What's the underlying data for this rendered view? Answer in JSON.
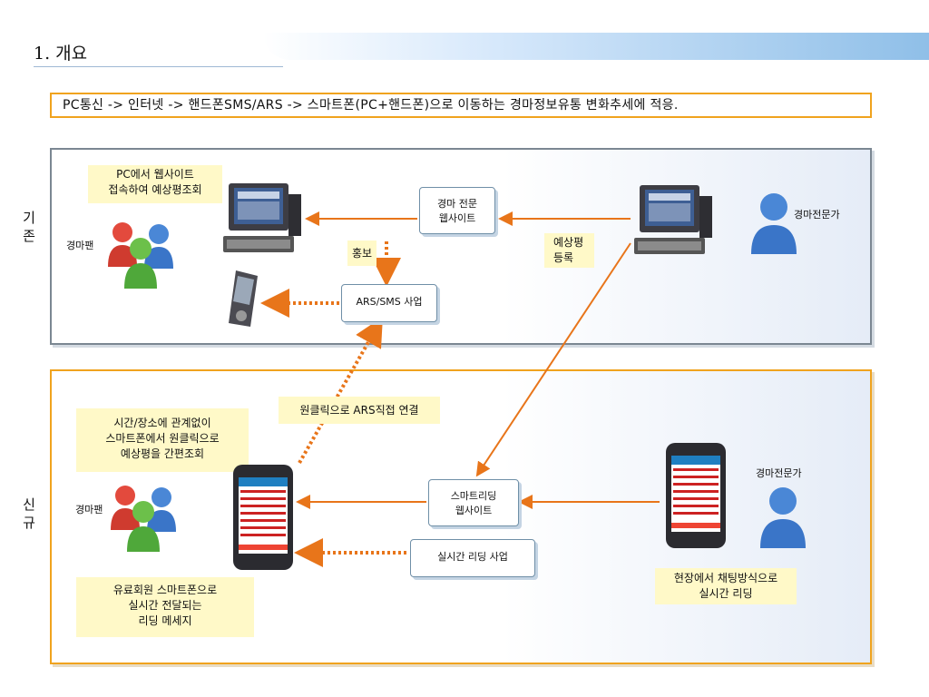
{
  "title": "1. 개요",
  "summary": "PC통신 -> 인터넷 -> 핸드폰SMS/ARS -> 스마트폰(PC+핸드폰)으로 이동하는 경마정보유통 변화추세에 적응.",
  "existing": {
    "side_label": "기존",
    "note": "PC에서 웹사이트\n접속하여 예상평조회",
    "fan_label": "경마팬",
    "website_box": "경마 전문\n웹사이트",
    "promo_label": "홍보",
    "arssms_box": "ARS/SMS 사업",
    "register_label": "예상평\n등록",
    "expert_label": "경마전문가"
  },
  "new": {
    "side_label": "신규",
    "oneclick_label": "원클릭으로 ARS직접 연결",
    "note_top": "시간/장소에 관계없이\n스마트폰에서 원클릭으로\n예상평을 간편조회",
    "fan_label": "경마팬",
    "smart_box": "스마트리딩\n웹사이트",
    "realtime_box": "실시간 리딩 사업",
    "expert_label": "경마전문가",
    "chat_note": "현장에서 채팅방식으로\n실시간 리딩",
    "member_note": "유료회원 스마트폰으로\n실시간 전달되는\n리딩 메세지"
  },
  "colors": {
    "orange": "#e8751a",
    "accent_border": "#f0a31e",
    "grey_border": "#7b8792",
    "note_bg": "#fff9c8"
  },
  "icons": [
    "people-icon",
    "person-icon",
    "computer-icon",
    "flip-phone-icon",
    "smartphone-icon"
  ]
}
